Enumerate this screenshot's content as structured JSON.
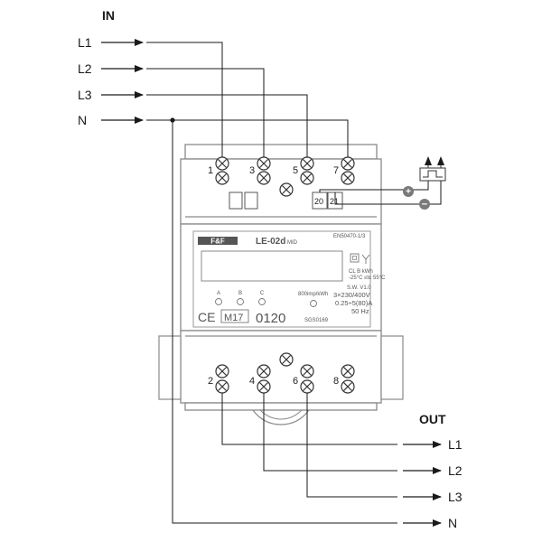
{
  "inputs": {
    "title": "IN",
    "lines": [
      "L1",
      "L2",
      "L3",
      "N"
    ]
  },
  "outputs": {
    "title": "OUT",
    "lines": [
      "L1",
      "L2",
      "L3",
      "N"
    ]
  },
  "terminals": {
    "top": [
      "1",
      "3",
      "5",
      "7"
    ],
    "bottom": [
      "2",
      "4",
      "6",
      "8"
    ],
    "pulse": [
      "20",
      "21"
    ],
    "pulse_signs": [
      "+",
      "−"
    ]
  },
  "meter": {
    "brand": "F&F",
    "model": "LE-02d",
    "model_suffix": "MID",
    "standard": "EN50470-1/3",
    "spec_small": "CL B    kWh",
    "spec_temp": "-25°C ≤t≤ 55°C",
    "version": "S.W. V1.0",
    "voltage": "3×230/400V",
    "current": "0.25÷5(80)A",
    "frequency": "50 Hz",
    "impulse": "800imp/kWh",
    "phase_labels": [
      "A",
      "B",
      "C"
    ],
    "ce_mark": "CE",
    "metrology_mark": "M17",
    "notified_body": "0120",
    "serial": "SGS0169"
  },
  "colors": {
    "wire": "#1a1a1a",
    "housing_stroke": "#8a8a8a",
    "housing_fill": "#ffffff",
    "signal_bubble": "#7a7a7a"
  }
}
